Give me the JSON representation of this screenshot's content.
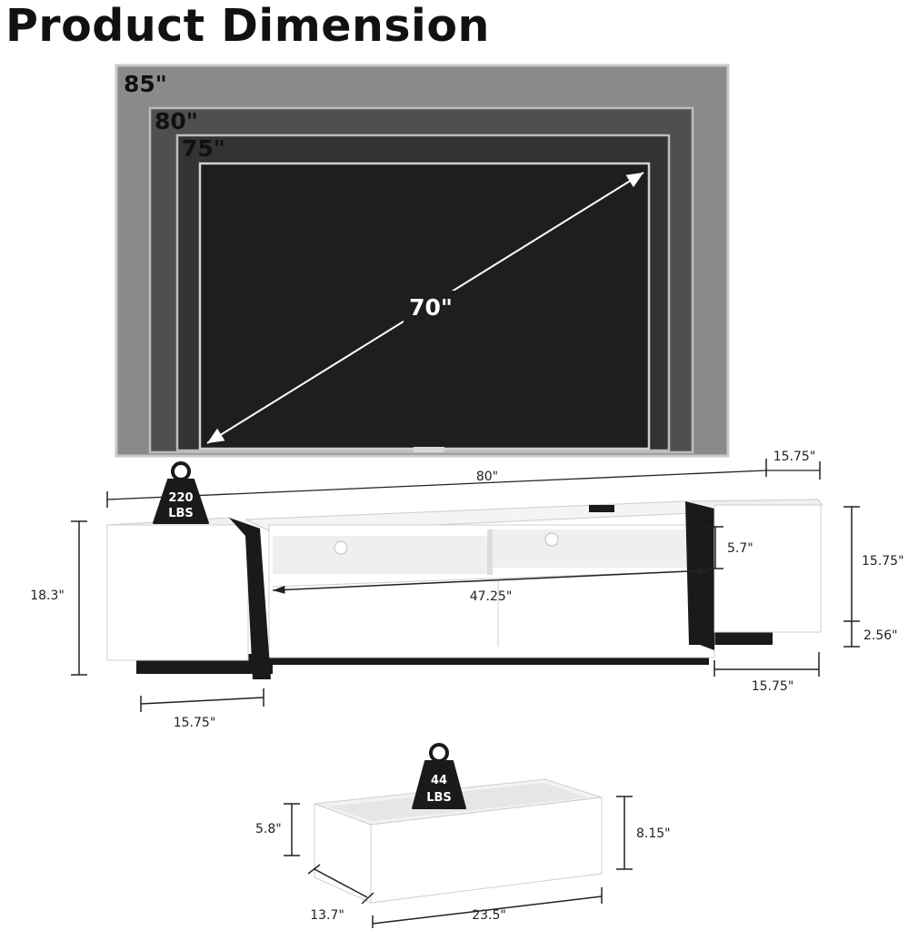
{
  "title": "Product Dimension",
  "tv_sizes": [
    "85\"",
    "80\"",
    "75\""
  ],
  "tv_diagonal": "70\"",
  "stand_weight": {
    "value": "220",
    "unit": "LBS"
  },
  "drawer_weight": {
    "value": "44",
    "unit": "LBS"
  },
  "stand_dims": {
    "width": "80\"",
    "cabinet_depth": "15.75\"",
    "height": "18.3\"",
    "shelf_height": "5.7\"",
    "center_width": "47.25\"",
    "right_height": "15.75\"",
    "leg_height": "2.56\"",
    "right_width": "15.75\"",
    "left_width": "15.75\""
  },
  "drawer_dims": {
    "inner_height": "5.8\"",
    "height": "8.15\"",
    "depth": "13.7\"",
    "width": "23.5\""
  },
  "colors": {
    "tv_85": "#8a8a8a",
    "tv_80": "#4a4a4a",
    "tv_75": "#2c2c2c",
    "screen": "#1e1e1e",
    "accent_black": "#1a1a1a",
    "cabinet_white": "#ffffff",
    "line": "#222222"
  }
}
